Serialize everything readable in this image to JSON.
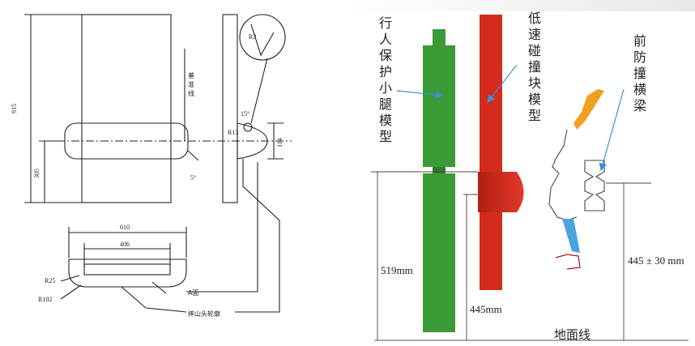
{
  "left_drawing": {
    "dim_height_total": "915",
    "dim_height_center": "305",
    "label_reference_line": "基准线",
    "angle_5": "5°",
    "angle_15": "15°",
    "radius_r13": "R13",
    "radius_r3": "R3",
    "dim_114": "114",
    "dim_610": "610",
    "dim_406": "406",
    "radius_r25": "R25",
    "radius_r102": "R102",
    "label_a_face": "A面",
    "label_head_profile": "摔山头轮廓"
  },
  "right_drawing": {
    "label_pedestrian_leg": "行人保护小腿模型",
    "label_low_speed_block": "低速碰撞块模型",
    "label_front_beam": "前防撞横梁",
    "dim_519": "519mm",
    "dim_445": "445mm",
    "dim_445_pm": "445 ± 30 mm",
    "label_ground": "地面线"
  },
  "colors": {
    "leg_green": "#3a9a35",
    "block_red": "#d42b1c",
    "arrow_blue": "#3a8fd8",
    "beam_orange": "#f0a020",
    "beam_blue": "#4aa3e0"
  }
}
